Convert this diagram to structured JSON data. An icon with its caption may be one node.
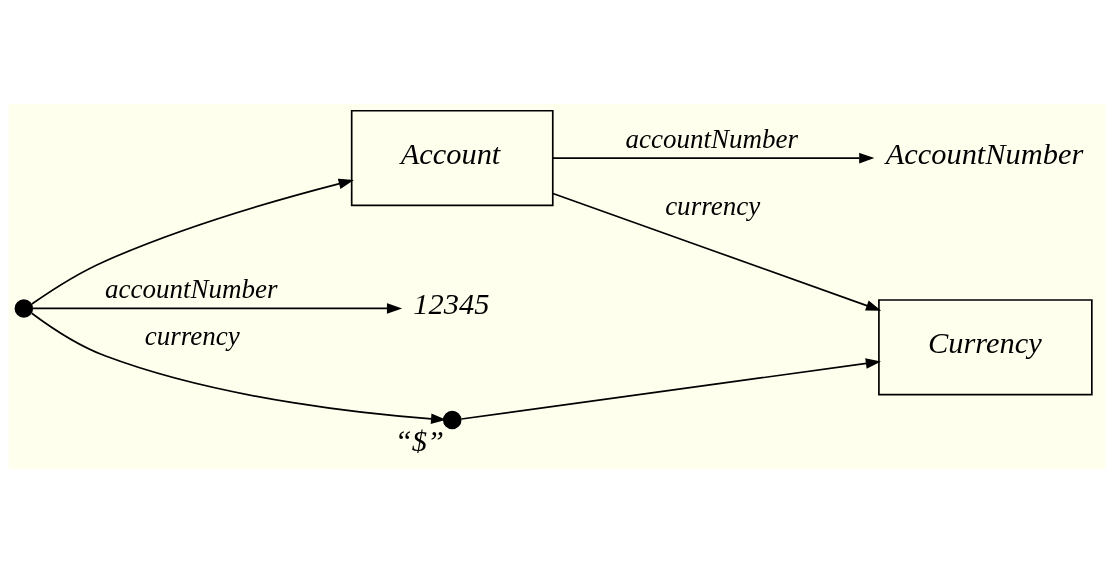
{
  "diagram": {
    "nodes": [
      {
        "text": [
          "Account"
        ]
      },
      {
        "text": [
          "AccountNumber"
        ]
      },
      {
        "text": [
          "Currency"
        ]
      },
      {
        "text": [],
        "shape": "circle"
      },
      {
        "text": [
          "12345"
        ]
      },
      {
        "text": [],
        "shape": "circle",
        "beside": [
          "“$”"
        ]
      }
    ],
    "edges": [
      {
        "from": 0,
        "to": 1,
        "arrow": "to",
        "label": "accountNumber"
      },
      {
        "from": 0,
        "to": 2,
        "arrow": "to",
        "label": "currency"
      },
      {
        "from": 3,
        "to": 0,
        "arrow": "to"
      },
      {
        "from": 3,
        "to": 4,
        "arrow": "to",
        "label": "accountNumber"
      },
      {
        "from": 3,
        "to": 5,
        "arrow": "to",
        "label": "currency"
      },
      {
        "from": 5,
        "to": 2,
        "arrow": "to"
      }
    ]
  }
}
